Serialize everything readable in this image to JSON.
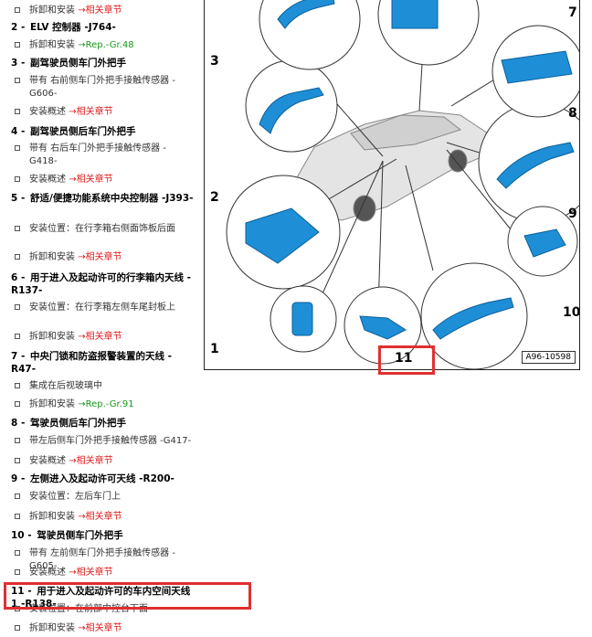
{
  "items": [
    {
      "num": "",
      "title": "",
      "subs": [
        {
          "text": "拆卸和安装",
          "ref": "相关章节",
          "ref_type": "chapter"
        }
      ]
    },
    {
      "num": "2 -",
      "title": "ELV 控制器 -J764-",
      "subs": [
        {
          "text": "拆卸和安装",
          "ref": "Rep.-Gr.48",
          "ref_type": "group"
        }
      ]
    },
    {
      "num": "3 -",
      "title": "副驾驶员侧车门外把手",
      "subs": [
        {
          "text": "带有 右前侧车门外把手接触传感器 -G606-",
          "ref": "",
          "ref_type": ""
        },
        {
          "text": "安装概述",
          "ref": "相关章节",
          "ref_type": "chapter"
        }
      ]
    },
    {
      "num": "4 -",
      "title": "副驾驶员侧后车门外把手",
      "subs": [
        {
          "text": "带有 右后车门外把手接触传感器 -G418-",
          "ref": "",
          "ref_type": ""
        },
        {
          "text": "安装概述",
          "ref": "相关章节",
          "ref_type": "chapter"
        }
      ]
    },
    {
      "num": "5 -",
      "title": "舒适/便捷功能系统中央控制器 -J393-",
      "subs": [
        {
          "text": "安装位置：在行李箱右侧面饰板后面",
          "ref": "",
          "ref_type": ""
        },
        {
          "text": "拆卸和安装",
          "ref": "相关章节",
          "ref_type": "chapter"
        }
      ]
    },
    {
      "num": "6 -",
      "title": "用于进入及起动许可的行李箱内天线 -R137-",
      "subs": [
        {
          "text": "安装位置：在行李箱左侧车尾封板上",
          "ref": "",
          "ref_type": ""
        },
        {
          "text": "拆卸和安装",
          "ref": "相关章节",
          "ref_type": "chapter"
        }
      ]
    },
    {
      "num": "7 -",
      "title": "中央门锁和防盗报警装置的天线 -R47-",
      "subs": [
        {
          "text": "集成在后视玻璃中",
          "ref": "",
          "ref_type": ""
        },
        {
          "text": "拆卸和安装",
          "ref": "Rep.-Gr.91",
          "ref_type": "group"
        }
      ]
    },
    {
      "num": "8 -",
      "title": "驾驶员侧后车门外把手",
      "subs": [
        {
          "text": "带左后侧车门外把手接触传感器 -G417-",
          "ref": "",
          "ref_type": ""
        },
        {
          "text": "安装概述",
          "ref": "相关章节",
          "ref_type": "chapter"
        }
      ]
    },
    {
      "num": "9 -",
      "title": "左侧进入及起动许可天线 -R200-",
      "subs": [
        {
          "text": "安装位置：左后车门上",
          "ref": "",
          "ref_type": ""
        },
        {
          "text": "拆卸和安装",
          "ref": "相关章节",
          "ref_type": "chapter"
        }
      ]
    },
    {
      "num": "10 -",
      "title": "驾驶员侧车门外把手",
      "subs": [
        {
          "text": "带有 左前侧车门外把手接触传感器 -G605-",
          "ref": "",
          "ref_type": ""
        },
        {
          "text": "安装概述",
          "ref": "相关章节",
          "ref_type": "chapter"
        }
      ]
    },
    {
      "num": "11 -",
      "title": "用于进入及起动许可的车内空间天线 1 -R138-",
      "subs": [
        {
          "text": "安装位置：在前部中控台下面",
          "ref": "",
          "ref_type": ""
        },
        {
          "text": "拆卸和安装",
          "ref": "相关章节",
          "ref_type": "chapter"
        }
      ]
    }
  ],
  "arrow": "→",
  "figure": {
    "callouts": [
      "1",
      "2",
      "3",
      "7",
      "8",
      "9",
      "10",
      "11"
    ],
    "figure_id": "A96-10598"
  },
  "colors": {
    "part_blue": "#1e8fd6",
    "highlight_red": "#e03030",
    "ref_red": "#e02020",
    "ref_green": "#1a9a1a"
  }
}
